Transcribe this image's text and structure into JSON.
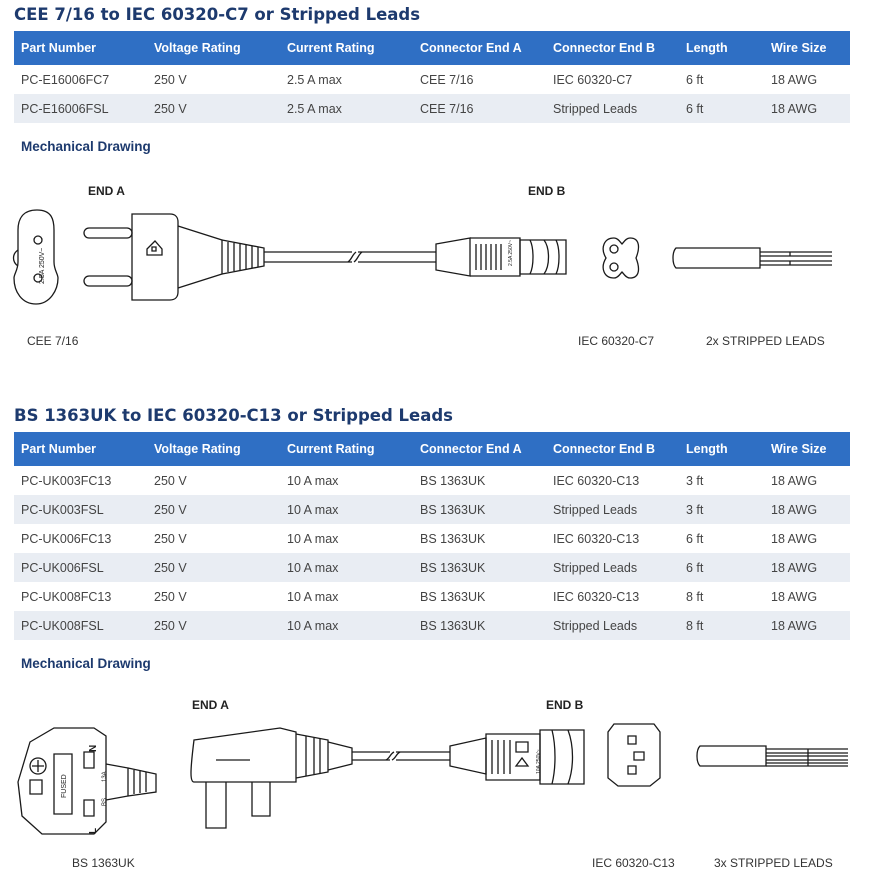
{
  "sections": [
    {
      "title": "CEE 7/16 to IEC 60320-C7 or Stripped Leads",
      "headers": [
        "Part Number",
        "Voltage Rating",
        "Current Rating",
        "Connector End A",
        "Connector End B",
        "Length",
        "Wire Size"
      ],
      "rows": [
        [
          "PC-E16006FC7",
          "250 V",
          "2.5 A max",
          "CEE 7/16",
          "IEC 60320-C7",
          "6 ft",
          "18 AWG"
        ],
        [
          "PC-E16006FSL",
          "250 V",
          "2.5 A max",
          "CEE 7/16",
          "Stripped Leads",
          "6 ft",
          "18 AWG"
        ]
      ],
      "drawing": {
        "title": "Mechanical Drawing",
        "end_a": "END A",
        "end_b": "END B",
        "plug_face_text": "2.5A 250V~",
        "captions": [
          "CEE 7/16",
          "IEC 60320-C7",
          "2x STRIPPED LEADS"
        ]
      }
    },
    {
      "title": "BS 1363UK to IEC 60320-C13 or Stripped Leads",
      "headers": [
        "Part Number",
        "Voltage Rating",
        "Current Rating",
        "Connector End A",
        "Connector End B",
        "Length",
        "Wire Size"
      ],
      "rows": [
        [
          "PC-UK003FC13",
          "250 V",
          "10 A max",
          "BS 1363UK",
          "IEC 60320-C13",
          "3 ft",
          "18 AWG"
        ],
        [
          "PC-UK003FSL",
          "250 V",
          "10 A max",
          "BS 1363UK",
          "Stripped Leads",
          "3 ft",
          "18 AWG"
        ],
        [
          "PC-UK006FC13",
          "250 V",
          "10 A max",
          "BS 1363UK",
          "IEC 60320-C13",
          "6 ft",
          "18 AWG"
        ],
        [
          "PC-UK006FSL",
          "250 V",
          "10 A max",
          "BS 1363UK",
          "Stripped Leads",
          "6 ft",
          "18 AWG"
        ],
        [
          "PC-UK008FC13",
          "250 V",
          "10 A max",
          "BS 1363UK",
          "IEC 60320-C13",
          "8 ft",
          "18 AWG"
        ],
        [
          "PC-UK008FSL",
          "250 V",
          "10 A max",
          "BS 1363UK",
          "Stripped Leads",
          "8 ft",
          "18 AWG"
        ]
      ],
      "drawing": {
        "title": "Mechanical Drawing",
        "end_a": "END A",
        "end_b": "END B",
        "fuse_text": "FUSED",
        "pin_n": "N",
        "pin_l": "L",
        "plug_side_text": "BS",
        "rating_text": "13A",
        "connector_text": "10A 250V~",
        "captions": [
          "BS 1363UK",
          "IEC 60320-C13",
          "3x STRIPPED LEADS"
        ]
      }
    }
  ]
}
